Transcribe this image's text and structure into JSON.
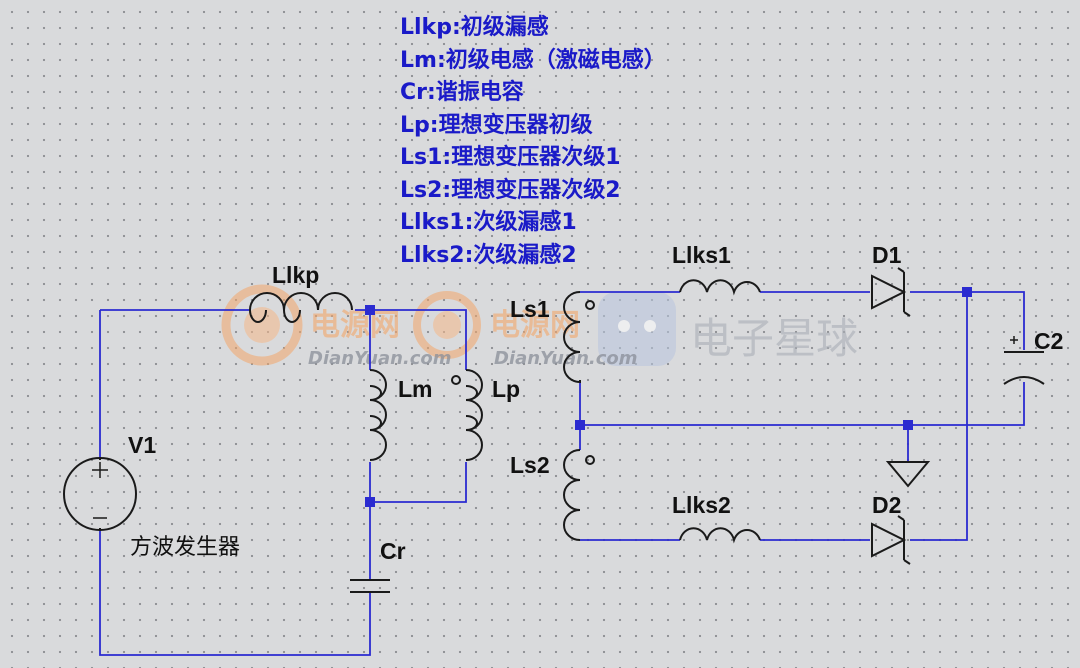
{
  "legend": [
    "Llkp:初级漏感",
    "Lm:初级电感（激磁电感）",
    "Cr:谐振电容",
    "Lp:理想变压器初级",
    "Ls1:理想变压器次级1",
    "Ls2:理想变压器次级2",
    "Llks1:次级漏感1",
    "Llks2:次级漏感2"
  ],
  "components": {
    "llkp": "Llkp",
    "lm": "Lm",
    "lp": "Lp",
    "cr": "Cr",
    "v1": "V1",
    "v1_desc": "方波发生器",
    "ls1": "Ls1",
    "ls2": "Ls2",
    "llks1": "Llks1",
    "llks2": "Llks2",
    "d1": "D1",
    "d2": "D2",
    "c2": "C2"
  },
  "watermark": {
    "brand_cn": "电源网",
    "brand_latin": "DianYuan.com",
    "brand2_cn": "电子星球"
  },
  "colors": {
    "wire": "#2b2bd0",
    "legend_text": "#1a1ac8",
    "component": "#1a1a1a",
    "watermark_orange": "#f2a36a",
    "background": "#d9dadc"
  }
}
